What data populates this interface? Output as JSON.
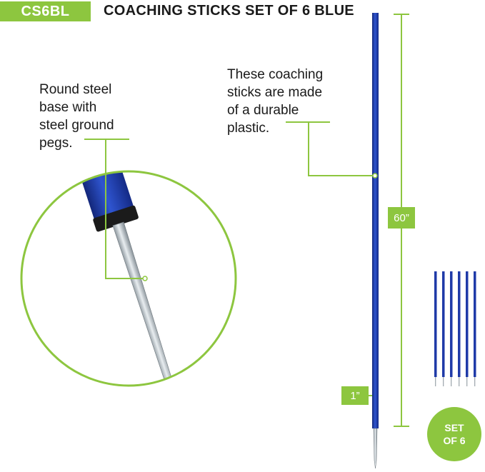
{
  "header": {
    "sku": "CS6BL",
    "title": "COACHING STICKS SET OF 6 BLUE"
  },
  "callouts": {
    "base": [
      "Round steel",
      "base with",
      "steel ground",
      "pegs."
    ],
    "stick": [
      "These coaching",
      "sticks are made",
      "of a durable",
      "plastic."
    ]
  },
  "dimensions": {
    "height": "60”",
    "diameter": "1”"
  },
  "set_badge": {
    "line1": "SET",
    "line2": "OF 6"
  },
  "colors": {
    "accent": "#8dc63f",
    "stick_blue": "#1f3aa8",
    "steel": "#b9c2c8"
  }
}
